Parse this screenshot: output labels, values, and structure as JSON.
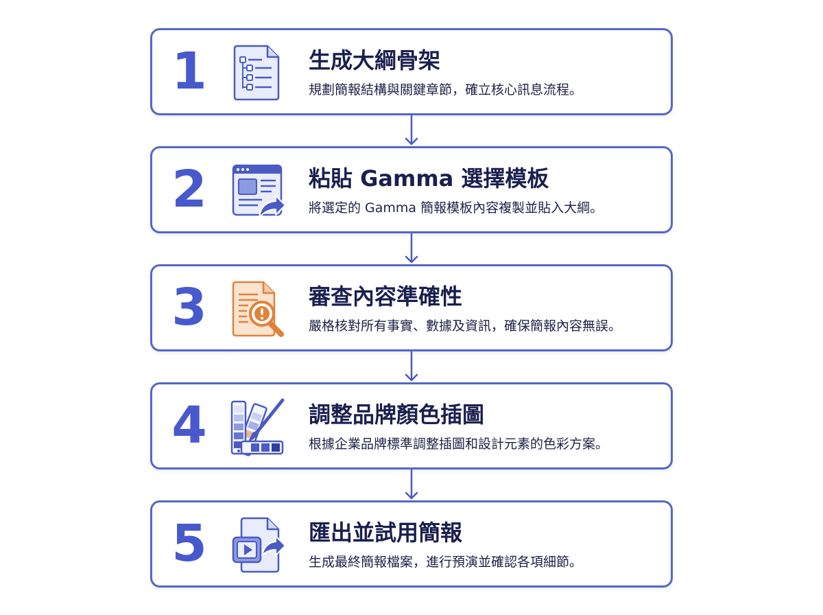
{
  "steps": [
    {
      "number": "1",
      "title": "生成大綱骨架",
      "description": "規劃簡報結構與關鍵章節，確立核心訊息流程。",
      "icon": "outline-document-icon"
    },
    {
      "number": "2",
      "title": "粘貼 Gamma 選擇模板",
      "description": "將選定的 Gamma 簡報模板內容複製並貼入大綱。",
      "icon": "template-paste-icon"
    },
    {
      "number": "3",
      "title": "審查內容準確性",
      "description": "嚴格核對所有事實、數據及資訊，確保簡報內容無誤。",
      "icon": "document-review-icon"
    },
    {
      "number": "4",
      "title": "調整品牌顏色插圖",
      "description": "根據企業品牌標準調整插圖和設計元素的色彩方案。",
      "icon": "color-palette-icon"
    },
    {
      "number": "5",
      "title": "匯出並試用簡報",
      "description": "生成最終簡報檔案，進行預演並確認各項細節。",
      "icon": "export-video-icon"
    }
  ],
  "colors": {
    "border": "#5566c8",
    "number": "#4759cc",
    "title": "#1a1f4f",
    "icon_blue": "#4a5bc4",
    "icon_orange": "#e0823a"
  }
}
